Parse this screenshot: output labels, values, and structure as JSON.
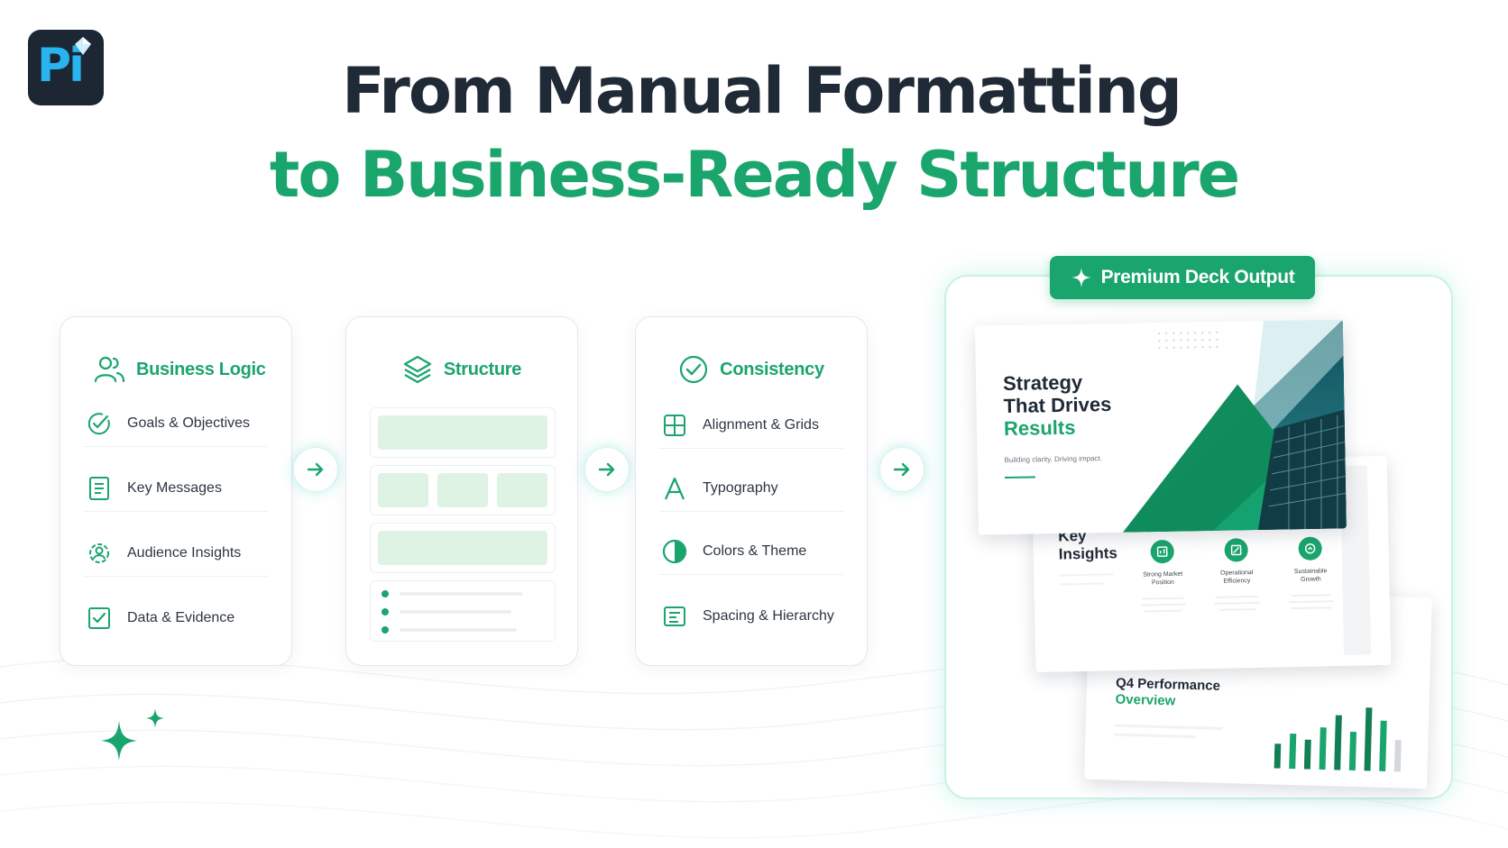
{
  "brand": {
    "logo_text": "Pi",
    "accent": "#1aa56d",
    "dark": "#1f2a36",
    "logo_color": "#29b3f0"
  },
  "hero": {
    "line1": "From Manual Formatting",
    "line2": "to Business-Ready Structure"
  },
  "steps": [
    {
      "title": "Business Logic",
      "icon": "users-icon",
      "items": [
        {
          "label": "Goals & Objectives",
          "icon": "target-check-icon"
        },
        {
          "label": "Key Messages",
          "icon": "document-icon"
        },
        {
          "label": "Audience Insights",
          "icon": "audience-gear-icon"
        },
        {
          "label": "Data & Evidence",
          "icon": "checkbox-icon"
        }
      ]
    },
    {
      "title": "Structure",
      "icon": "layers-icon"
    },
    {
      "title": "Consistency",
      "icon": "check-circle-icon",
      "items": [
        {
          "label": "Alignment & Grids",
          "icon": "grid-icon"
        },
        {
          "label": "Typography",
          "icon": "typography-icon"
        },
        {
          "label": "Colors & Theme",
          "icon": "contrast-icon"
        },
        {
          "label": "Spacing & Hierarchy",
          "icon": "hierarchy-icon"
        }
      ]
    }
  ],
  "output": {
    "badge": "Premium Deck Output",
    "slide1": {
      "title_line1": "Strategy",
      "title_line2": "That Drives",
      "title_line3": "Results",
      "subtitle": "Building clarity. Driving impact."
    },
    "slide2": {
      "title_line1": "Key",
      "title_line2": "Insights",
      "columns": [
        {
          "label_line1": "Strong Market",
          "label_line2": "Position"
        },
        {
          "label_line1": "Operational",
          "label_line2": "Efficiency"
        },
        {
          "label_line1": "Sustainable",
          "label_line2": "Growth"
        }
      ]
    },
    "slide3": {
      "title_line1": "Q4 Performance",
      "title_line2": "Overview",
      "bars": [
        0.35,
        0.5,
        0.42,
        0.6,
        0.78,
        0.55,
        0.9,
        0.72,
        0.45
      ]
    }
  }
}
